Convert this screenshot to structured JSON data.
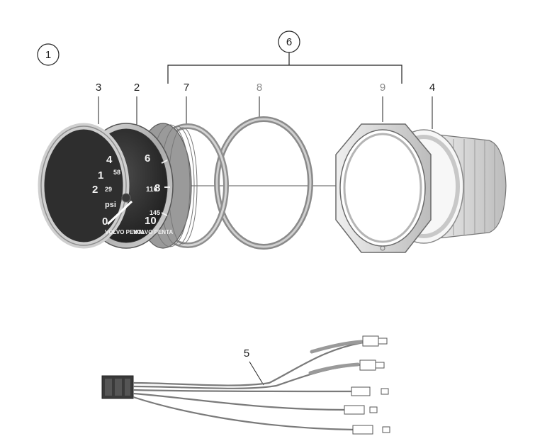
{
  "diagram": {
    "callouts": {
      "c1": "1",
      "c2": "2",
      "c3": "3",
      "c4": "4",
      "c5": "5",
      "c6": "6",
      "c7": "7",
      "c8": "8",
      "c9": "9"
    },
    "dial": {
      "major": [
        "0",
        "2",
        "1",
        "4",
        "6",
        "8",
        "10"
      ],
      "minor": [
        "29",
        "58",
        "116",
        "145"
      ],
      "unit": "psi",
      "brand": "VOLVO PENTA"
    },
    "colors": {
      "line": "#3a3a3a",
      "dial_face": "#2b2b2b",
      "bezel": "#b9b9b9",
      "ring": "#9a9a9a"
    }
  }
}
